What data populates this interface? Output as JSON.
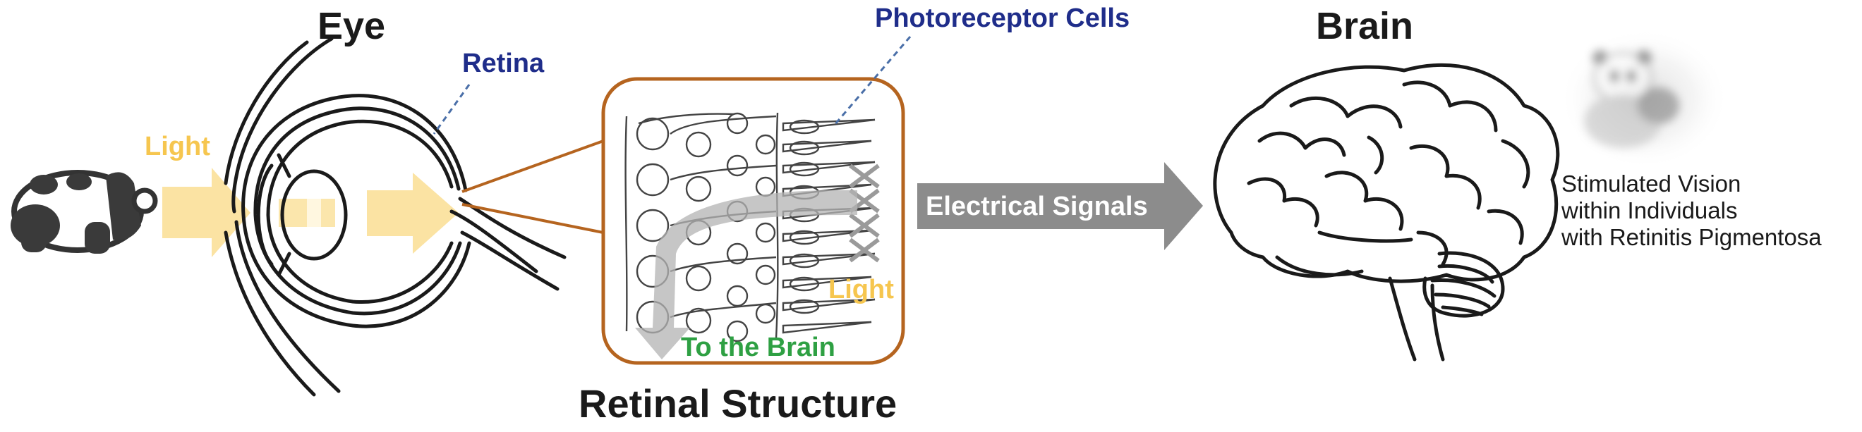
{
  "labels": {
    "eye": "Eye",
    "retina": "Retina",
    "light_left": "Light",
    "photoreceptor_cells": "Photoreceptor Cells",
    "retinal_structure": "Retinal Structure",
    "light_inset": "Light",
    "to_the_brain": "To the Brain",
    "electrical_signals": "Electrical Signals",
    "brain": "Brain",
    "vision_line1": "Stimulated Vision",
    "vision_line2": "within Individuals",
    "vision_line3": "with Retinitis Pigmentosa"
  },
  "colors": {
    "navy_label": "#1f2d8a",
    "light_yellow": "#f6c64f",
    "beam_yellow": "#fbe3a3",
    "inset_border": "#b5641f",
    "signal_gray": "#8c8c8c",
    "green_label": "#2ea043",
    "ink": "#1a1a1a"
  },
  "icons": {
    "panda": "panda-icon",
    "eye": "eye-cross-section",
    "brain": "brain-illustration",
    "blurred_panda": "blurred-panda-image"
  }
}
